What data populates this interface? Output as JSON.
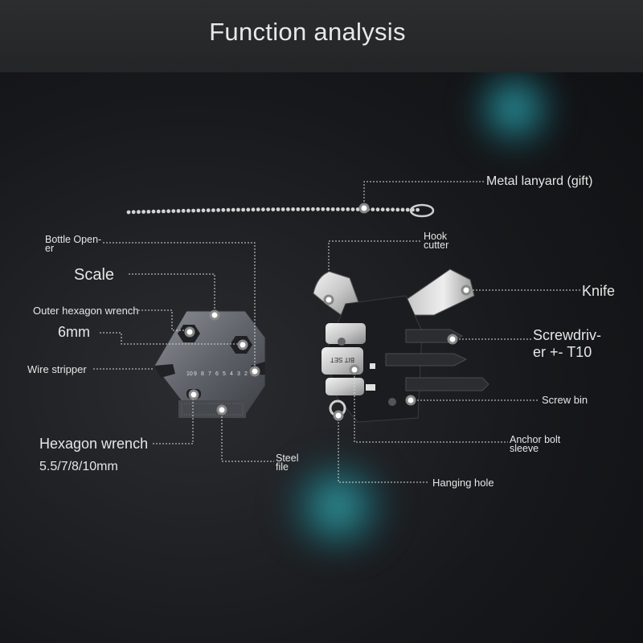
{
  "header": {
    "title": "Function analysis"
  },
  "labels": {
    "metal_lanyard": "Metal lanyard (gift)",
    "bottle_opener_1": "Bottle Open-",
    "bottle_opener_2": "er",
    "scale": "Scale",
    "outer_hexagon_wrench": "Outer hexagon wrench",
    "six_mm": "6mm",
    "wire_stripper": "Wire stripper",
    "hexagon_wrench": "Hexagon wrench",
    "hexagon_sizes": "5.5/7/8/10mm",
    "steel_file_1": "Steel",
    "steel_file_2": "file",
    "hook_cutter_1": "Hook",
    "hook_cutter_2": "cutter",
    "knife": "Knife",
    "screwdriver_1": "Screwdriv-",
    "screwdriver_2": "er +- T10",
    "screw_bin": "Screw bin",
    "anchor_bolt_1": "Anchor bolt",
    "anchor_bolt_2": "sleeve",
    "hanging_hole": "Hanging hole"
  },
  "tool_markings": {
    "scale_numbers": [
      "10",
      "9",
      "8",
      "7",
      "6",
      "5",
      "4",
      "3",
      "2"
    ],
    "bit_set_stamp": "BIT SET"
  },
  "colors": {
    "label_text": "#e6e6e6",
    "leader_line": "#d8d8d8",
    "accent_glow": "#3cc8d2",
    "background": "#141517"
  }
}
